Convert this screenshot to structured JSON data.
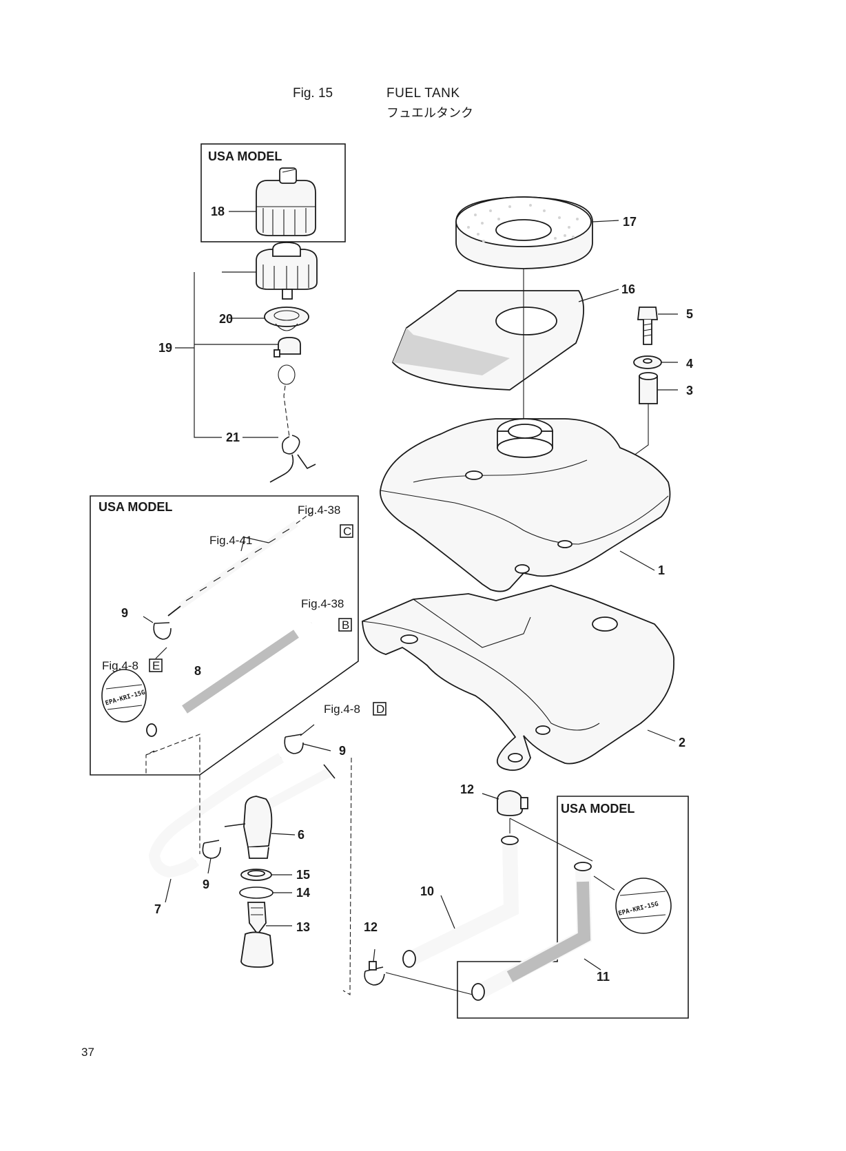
{
  "header": {
    "fig_label": "Fig. 15",
    "title": "FUEL TANK",
    "subtitle": "フュエルタンク"
  },
  "page_number": "37",
  "boxes": {
    "cap_box_label": "USA MODEL",
    "hose_box_label": "USA MODEL",
    "bottom_box_label": "USA MODEL"
  },
  "references": {
    "fig_4_38_c": "Fig.4-38",
    "letter_c": "C",
    "fig_4_41": "Fig.4-41",
    "fig_4_38_b": "Fig.4-38",
    "letter_b": "B",
    "fig_4_8_e": "Fig.4-8",
    "letter_e": "E",
    "fig_4_8_d": "Fig.4-8",
    "letter_d": "D"
  },
  "stamps": {
    "stamp_left": "EPA-KRI-15G",
    "stamp_right": "EPA-KRI-15G"
  },
  "callouts": {
    "c1": "1",
    "c2": "2",
    "c3": "3",
    "c4": "4",
    "c5": "5",
    "c6": "6",
    "c7": "7",
    "c8": "8",
    "c9a": "9",
    "c9b": "9",
    "c9c": "9",
    "c10": "10",
    "c11": "11",
    "c12a": "12",
    "c12b": "12",
    "c13": "13",
    "c14": "14",
    "c15": "15",
    "c16": "16",
    "c17": "17",
    "c18": "18",
    "c19": "19",
    "c20": "20",
    "c21": "21"
  }
}
